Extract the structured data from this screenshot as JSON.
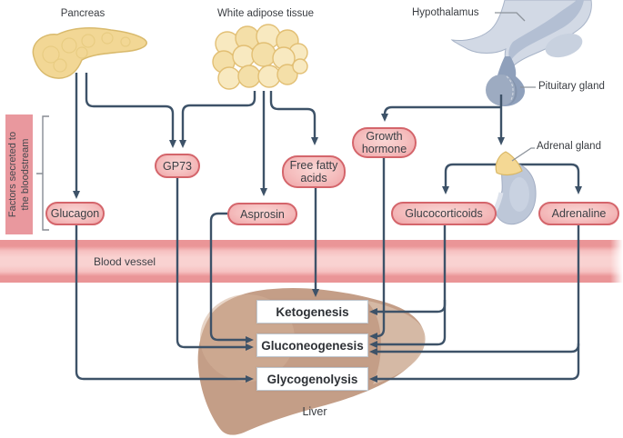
{
  "labels": {
    "pancreas": "Pancreas",
    "white_adipose_tissue": "White adipose tissue",
    "hypothalamus": "Hypothalamus",
    "pituitary_gland": "Pituitary gland",
    "adrenal_gland": "Adrenal gland",
    "blood_vessel": "Blood vessel",
    "liver": "Liver"
  },
  "sidebar": {
    "line1": "Factors secreted to",
    "line2": "the bloodstream"
  },
  "factors": {
    "glucagon": {
      "label": "Glucagon",
      "source": "Pancreas"
    },
    "gp73": {
      "label": "GP73",
      "source": "Pancreas and white adipose tissue"
    },
    "asprosin": {
      "label": "Asprosin",
      "source": "White adipose tissue"
    },
    "free_fatty_acids": {
      "label": "Free fatty acids",
      "source": "White adipose tissue"
    },
    "growth_hormone": {
      "label": "Growth hormone",
      "source": "Pituitary gland"
    },
    "glucocorticoids": {
      "label": "Glucocorticoids",
      "source": "Adrenal gland"
    },
    "adrenaline": {
      "label": "Adrenaline",
      "source": "Adrenal gland"
    }
  },
  "processes": {
    "ketogenesis": {
      "label": "Ketogenesis"
    },
    "gluconeogenesis": {
      "label": "Gluconeogenesis"
    },
    "glycogenolysis": {
      "label": "Glycogenolysis"
    }
  },
  "connections": [
    {
      "from": "Pancreas",
      "to": "Glucagon"
    },
    {
      "from": "Pancreas",
      "to": "GP73"
    },
    {
      "from": "White adipose tissue",
      "to": "GP73"
    },
    {
      "from": "White adipose tissue",
      "to": "Asprosin"
    },
    {
      "from": "White adipose tissue",
      "to": "Free fatty acids"
    },
    {
      "from": "Pituitary gland",
      "to": "Growth hormone"
    },
    {
      "from": "Pituitary gland",
      "to": "Adrenal gland"
    },
    {
      "from": "Adrenal gland",
      "to": "Glucocorticoids"
    },
    {
      "from": "Adrenal gland",
      "to": "Adrenaline"
    },
    {
      "from": "Glucagon",
      "to": "Glycogenolysis"
    },
    {
      "from": "GP73",
      "to": "Gluconeogenesis"
    },
    {
      "from": "Asprosin",
      "to": "Gluconeogenesis"
    },
    {
      "from": "Free fatty acids",
      "to": "Ketogenesis"
    },
    {
      "from": "Growth hormone",
      "to": "Gluconeogenesis"
    },
    {
      "from": "Glucocorticoids",
      "to": "Ketogenesis"
    },
    {
      "from": "Glucocorticoids",
      "to": "Gluconeogenesis"
    },
    {
      "from": "Adrenaline",
      "to": "Gluconeogenesis"
    },
    {
      "from": "Adrenaline",
      "to": "Glycogenolysis"
    }
  ],
  "colors": {
    "connector": "#3d5268",
    "pill_border": "#d4656b",
    "pill_fill": "#f5bebe",
    "vessel_edge": "#ea9597",
    "vessel_core": "#f9d2d1",
    "sidebar_bg": "#e9989e",
    "liver_tan": "#c49e87",
    "organ_yellow": "#f2d795",
    "gland_gray_blue": "#b7c1d4",
    "box_border": "#bfc7cf",
    "text": "#3c3f45"
  }
}
